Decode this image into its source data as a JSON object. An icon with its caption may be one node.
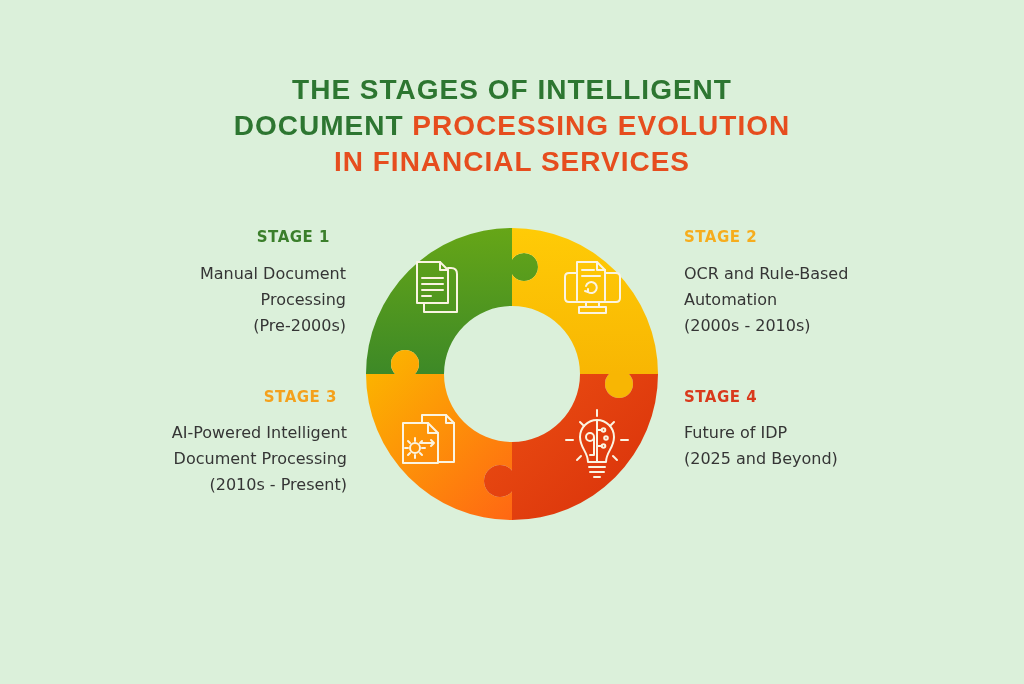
{
  "diagram": {
    "title": "THE STAGES OF INTELLIGENT DOCUMENT PROCESSING EVOLUTION IN FINANCIAL SERVICES",
    "nodes": [
      {
        "text": [],
        "shape": "puzzle",
        "beside": [
          "STAGE 1",
          "Manual Document Processing",
          "(Pre-2000s)"
        ]
      },
      {
        "text": [],
        "shape": "puzzle",
        "beside": [
          "STAGE 2",
          "OCR and Rule-Based Automation",
          "(2000s - 2010s)"
        ]
      },
      {
        "text": [],
        "shape": "puzzle",
        "beside": [
          "STAGE 3",
          "AI-Powered Intelligent Document Processing",
          "(2010s - Present)"
        ]
      },
      {
        "text": [],
        "shape": "puzzle",
        "beside": [
          "STAGE 4",
          "Future of IDP",
          "(2025 and Beyond)"
        ]
      }
    ]
  }
}
